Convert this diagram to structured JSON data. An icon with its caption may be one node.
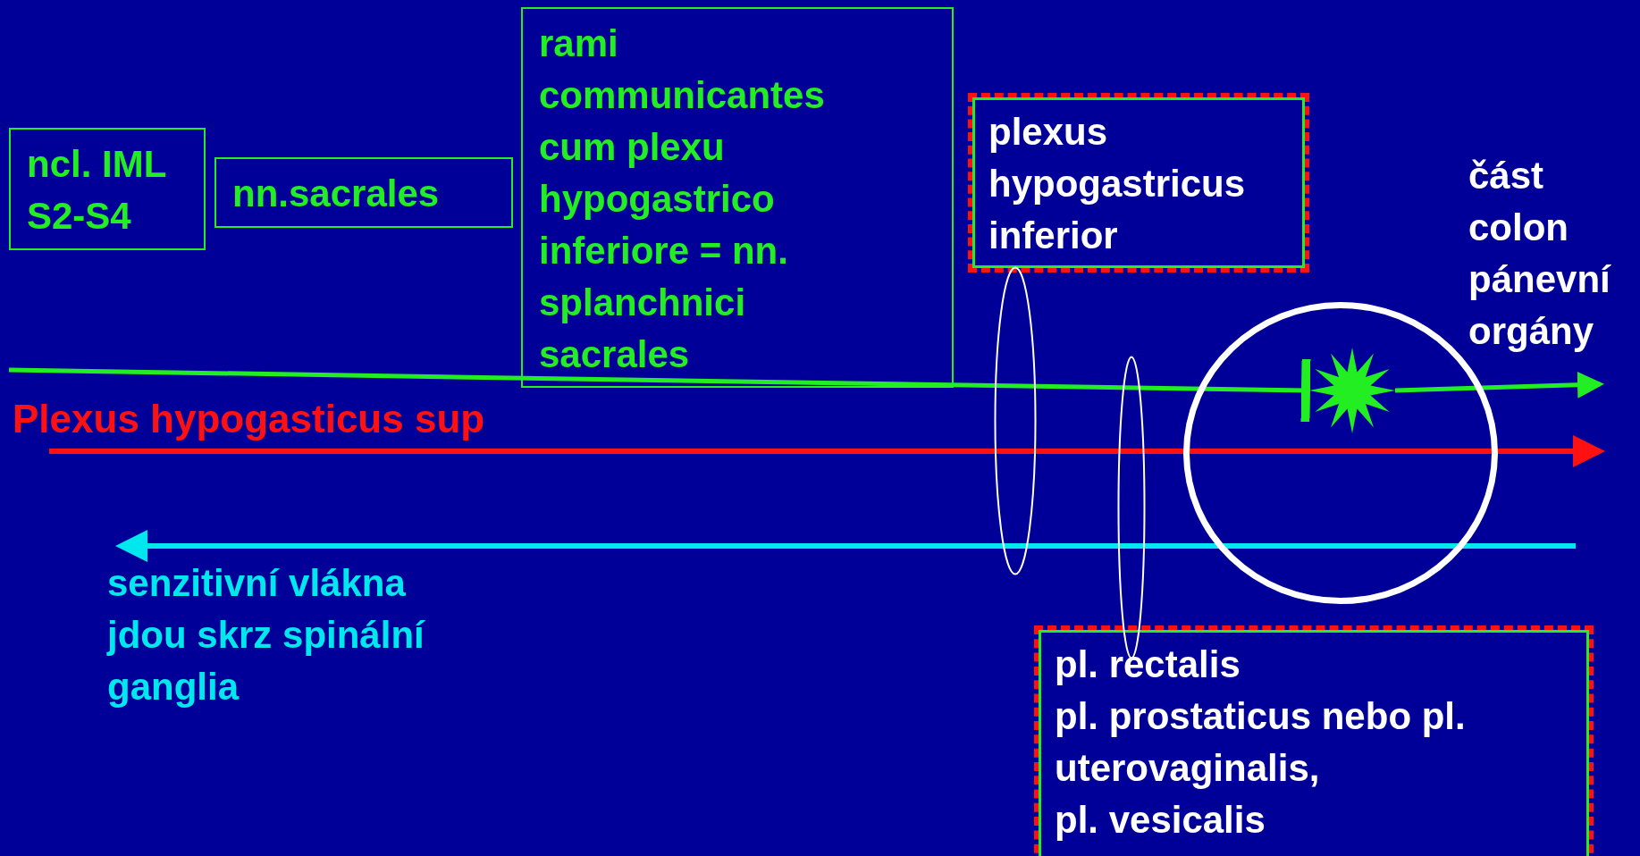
{
  "diagram": {
    "nodes": [
      {
        "text": [
          "ncl. IML S2-S4"
        ]
      },
      {
        "text": [
          "nn.sacrales"
        ]
      },
      {
        "text": [
          "rami communicantes cum plexu hypogastrico inferiore = nn. splanchnici sacrales"
        ]
      },
      {
        "text": [
          "plexus hypogastricus inferior"
        ]
      },
      {
        "text": [
          "pl. rectalis",
          "pl. prostaticus nebo  pl. uterovaginalis,",
          "pl. vesicalis"
        ]
      },
      {
        "text": [],
        "shape": "circle",
        "beside": [
          "část colon pánevní orgány"
        ]
      },
      {
        "text": [],
        "shape": "star",
        "in": 5
      },
      {
        "text": [],
        "shape": "ellipse"
      },
      {
        "text": [],
        "shape": "ellipse"
      }
    ],
    "edges": [
      {
        "from": null,
        "to": 6,
        "arrow": "other"
      },
      {
        "from": 6,
        "to": null,
        "arrow": "to"
      }
    ],
    "labels": [
      "Plexus hypogasticus sup",
      "senzitivní vlákna jdou skrz spinální ganglia"
    ]
  }
}
